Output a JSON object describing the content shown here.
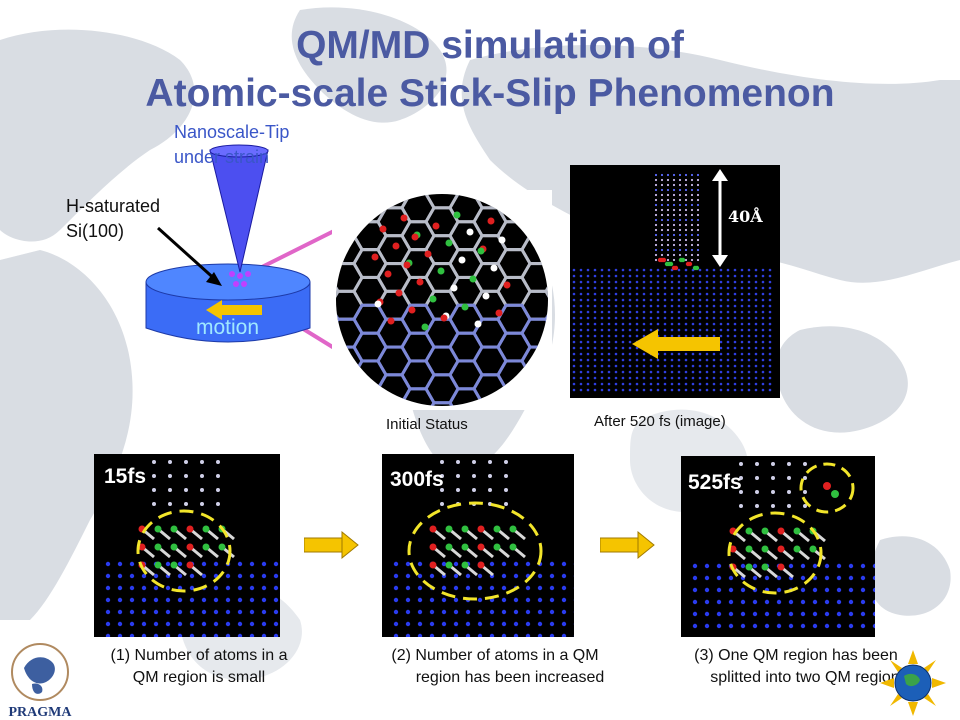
{
  "slide": {
    "title_line1": "QM/MD simulation of",
    "title_line2": "Atomic-scale Stick-Slip Phenomenon"
  },
  "labels": {
    "tip_line1": "Nanoscale-Tip",
    "tip_line2": "under strain",
    "surface_line1": "H-saturated",
    "surface_line2": "Si(100)",
    "motion": "motion",
    "initial_status": "Initial Status",
    "after": "After 520 fs (image)",
    "distance": "40Å"
  },
  "snapshots": [
    {
      "time": "15fs",
      "caption_line1": "(1) Number of atoms in a",
      "caption_line2": "QM region is small"
    },
    {
      "time": "300fs",
      "caption_line1": "(2) Number of atoms in a QM",
      "caption_line2": "region has been increased"
    },
    {
      "time": "525fs",
      "caption_line1": "(3) One QM region has been",
      "caption_line2": "splitted into two QM regions"
    }
  ],
  "logo": {
    "text": "PRAGMA"
  },
  "colors": {
    "title": "#4b5aa2",
    "accent_arrow": "#f5c400",
    "qm_circle": "#f2e52a",
    "connector": "#e066c8"
  }
}
